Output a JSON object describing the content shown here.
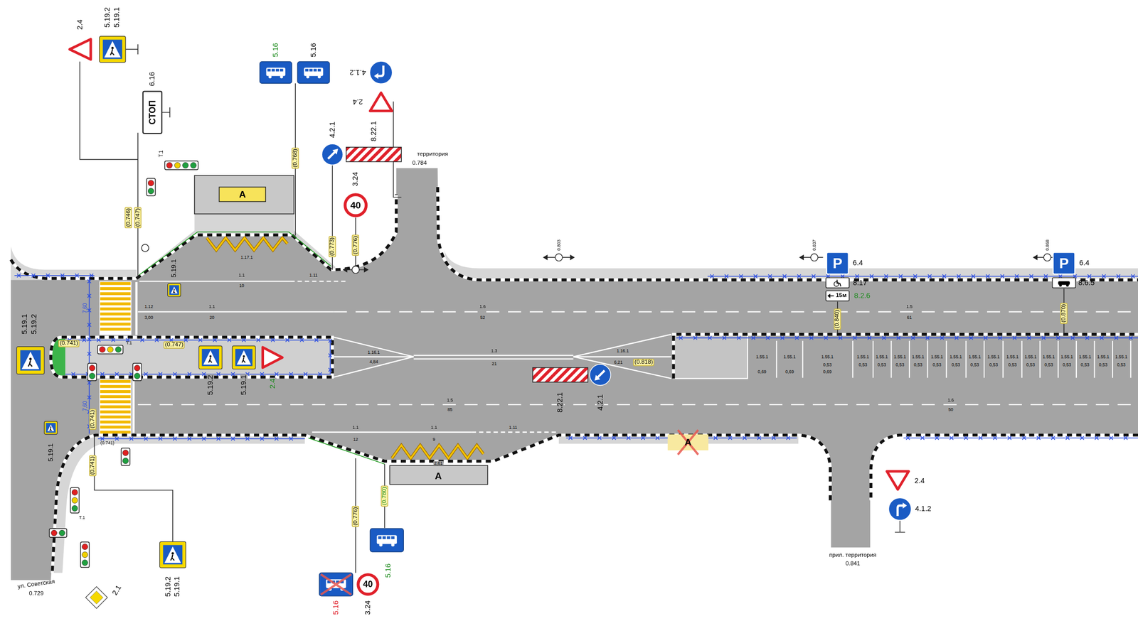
{
  "diagram": {
    "nodes": [
      {
        "text": [
          "2.4"
        ]
      },
      {
        "text": [
          "5.19.2",
          "5.19.1"
        ]
      },
      {
        "text": [
          "СТОП",
          "6.16"
        ]
      },
      {
        "text": [
          "А"
        ]
      },
      {
        "text": [
          "5.16"
        ]
      },
      {
        "text": [
          "5.16"
        ]
      },
      {
        "text": [
          "4.1.2"
        ]
      },
      {
        "text": [
          "2.4"
        ]
      },
      {
        "text": [
          "4.2.1"
        ]
      },
      {
        "text": [
          "8.22.1"
        ]
      },
      {
        "text": [
          "40",
          "3.24"
        ]
      },
      {
        "text": [
          "5.19.1"
        ]
      },
      {
        "text": [
          "5.19.2",
          "5.19.1"
        ]
      },
      {
        "text": [
          "5.19.2"
        ]
      },
      {
        "text": [
          "5.19.1"
        ]
      },
      {
        "text": [
          "2.4"
        ]
      },
      {
        "text": [
          "8.22.1"
        ]
      },
      {
        "text": [
          "4.2.1"
        ]
      },
      {
        "text": [
          "5.19.1"
        ]
      },
      {
        "text": [
          "А"
        ]
      },
      {
        "text": [
          "А"
        ]
      },
      {
        "text": [
          "5.16"
        ]
      },
      {
        "text": [
          "5.16"
        ]
      },
      {
        "text": [
          "40",
          "3.24"
        ]
      },
      {
        "text": [
          "5.19.2",
          "5.19.1"
        ]
      },
      {
        "text": [
          "2.1"
        ]
      },
      {
        "text": [
          "P",
          "6.4"
        ]
      },
      {
        "text": [
          "8.17"
        ]
      },
      {
        "text": [
          "15м",
          "8.2.6"
        ]
      },
      {
        "text": [
          "P",
          "6.4"
        ]
      },
      {
        "text": [
          "8.6.5"
        ]
      },
      {
        "text": [
          "2.4"
        ]
      },
      {
        "text": [
          "4.1.2"
        ]
      }
    ],
    "labels": [
      "Т.1",
      "(0.746)",
      "(0.747)",
      "(0.768)",
      "(0.773)",
      "(0.776)",
      "территория",
      "0.784",
      "1.17.1",
      "1.1",
      "10",
      "1.11",
      "1.12",
      "3,00",
      "1.1",
      "20",
      "1.6",
      "52",
      "1.5",
      "61",
      "0.803",
      "0.837",
      "0.868",
      "(0.741)",
      "(0.747)",
      "Т.1",
      "7,60",
      "7,60",
      "1.16.1",
      "4,84",
      "1.3",
      "21",
      "1.16.1",
      "6,21",
      "(0.818)",
      "1.5",
      "85",
      "1.6",
      "50",
      "(0.840)",
      "(0.870)",
      "1.1",
      "12",
      "1.1",
      "9",
      "1.11",
      "2,61",
      "(0.741)",
      "(0.741)",
      "(0.741)",
      "(0.776)",
      "(0.780)",
      "Т.1",
      "ул. Советская",
      "0.729",
      "прил. территория",
      "0.841",
      "1.55.1",
      "0,69",
      "1.55.1",
      "0,69",
      "1.55.1",
      "0,53",
      "0,69",
      "1.55.1",
      "0,53",
      "1.55.1",
      "0,53",
      "1.55.1",
      "0,53",
      "1.55.1",
      "0,53",
      "1.55.1",
      "0,53",
      "1.55.1",
      "0,53",
      "1.55.1",
      "0,53",
      "1.55.1",
      "0,53",
      "1.55.1",
      "0,53",
      "1.55.1",
      "0,53",
      "1.55.1",
      "0,53",
      "1.55.1",
      "0,53",
      "1.55.1",
      "0,53",
      "1.55.1",
      "0,53",
      "1.55.1",
      "0,53"
    ]
  }
}
